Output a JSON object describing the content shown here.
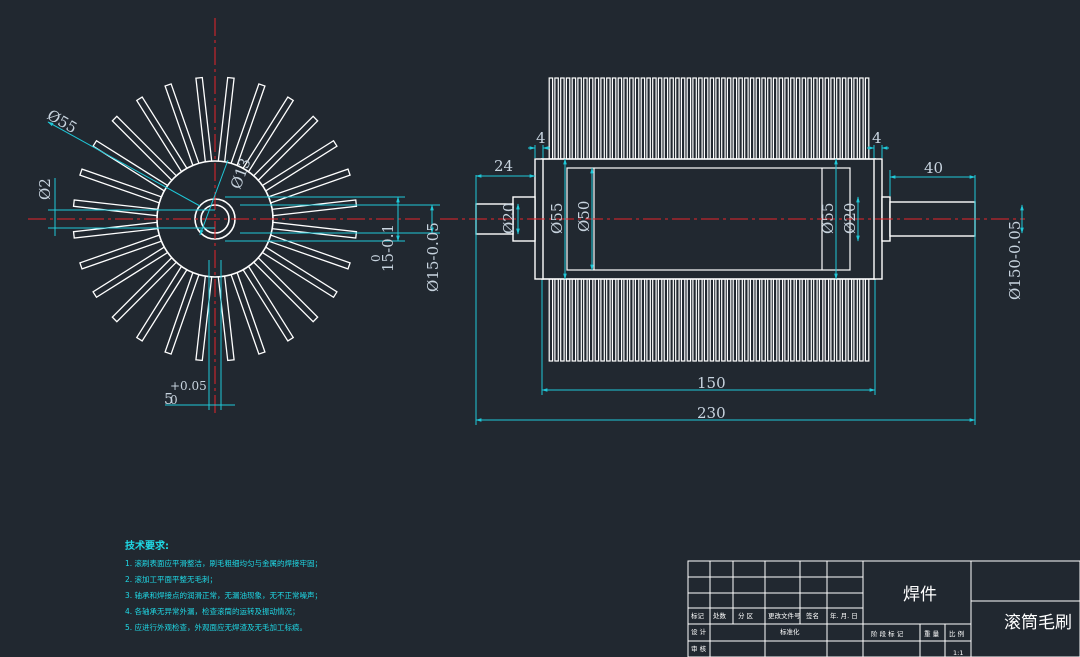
{
  "colors": {
    "background": "#212830",
    "part_outline": "#ffffff",
    "dimension": "#1fc8d8",
    "centerline": "#e8242a",
    "notes": "#1fd9e6"
  },
  "side_view": {
    "dim_outer_dia": "Ø55",
    "dim_hub_dia": "Ø13",
    "dim_bristle_width": "Ø2",
    "dim_bore": "15-0.1",
    "dim_bore_tol": "0",
    "dim_key_width": "5",
    "dim_key_tol": "+0.05",
    "dim_key_tol_low": "0",
    "bristle_count": 28
  },
  "front_view": {
    "dim_step_left": "4",
    "dim_step_right": "4",
    "dim_left_shaft_len": "24",
    "dim_right_shaft_len": "40",
    "dim_shaft_dia_left": "Ø20",
    "dim_flange_dia_left": "Ø55",
    "dim_tube_dia": "Ø50",
    "dim_flange_dia_right": "Ø55",
    "dim_shaft_dia_right": "Ø20",
    "dim_shaft_tol_left": "Ø15-0.05",
    "dim_outer_dia": "Ø150-0.05",
    "dim_brush_len": "150",
    "dim_total_len": "230",
    "bristle_count": 56
  },
  "notes": {
    "title": "技术要求:",
    "items": [
      "1. 滚刷表面应平滑整洁，刷毛粗细均匀与金属的焊接牢固；",
      "2. 滚加工平面平整无毛刺；",
      "3. 轴承和焊接点的润滑正常，无漏油现象，无不正常噪声；",
      "4. 各轴承无异常外漏，检查滚筒的运转及振动情况；",
      "5. 应进行外观检查，外观面应无焊渣及无毛加工标痕。"
    ]
  },
  "title_block": {
    "part_type": "焊件",
    "part_name": "滚筒毛刷",
    "row_labels": [
      "标记",
      "处数",
      "分 区",
      "更改文件号",
      "签名",
      "年. 月. 日"
    ],
    "design_label": "设 计",
    "standard_label": "标准化",
    "review_label": "审 核",
    "stage_labels": [
      "阶 段 标 记",
      "重 量",
      "比 例"
    ],
    "scale": "1:1"
  }
}
